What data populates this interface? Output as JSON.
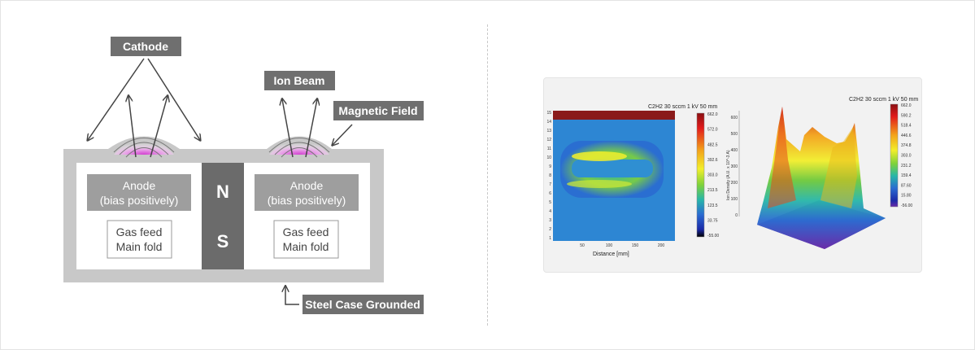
{
  "diagram": {
    "labels": {
      "cathode": "Cathode",
      "ion_beam": "Ion Beam",
      "magnetic_field": "Magnetic Field",
      "steel_case": "Steel Case Grounded"
    },
    "magnet": {
      "north": "N",
      "south": "S"
    },
    "anode_left": {
      "line1": "Anode",
      "line2": "(bias positively)"
    },
    "anode_right": {
      "line1": "Anode",
      "line2": "(bias positively)"
    },
    "gas_left": {
      "line1": "Gas feed",
      "line2": "Main fold"
    },
    "gas_right": {
      "line1": "Gas feed",
      "line2": "Main fold"
    },
    "colors": {
      "tag": "#6f6f6f",
      "case": "#c8c8c8",
      "plasma": "#d23fd0",
      "magnet": "#6b6b6b"
    }
  },
  "chart_data": [
    {
      "type": "heatmap",
      "title": "C2H2 30 sccm 1 kV 50 mm",
      "xlabel": "Distance [mm]",
      "ylabel": "",
      "x_ticks": [
        "50",
        "100",
        "150",
        "200"
      ],
      "y_ticks": [
        "1",
        "2",
        "3",
        "4",
        "5",
        "6",
        "7",
        "8",
        "9",
        "10",
        "11",
        "12",
        "13",
        "14",
        "15"
      ],
      "colorbar_ticks": [
        "662.0",
        "572.0",
        "482.5",
        "392.6",
        "303.0",
        "213.5",
        "123.5",
        "33.75",
        "-55.00"
      ],
      "colormap": [
        "#8a0f12",
        "#e21b1b",
        "#f3a21a",
        "#f2ee2b",
        "#7ed23a",
        "#27b6a9",
        "#2a6bd1",
        "#1b2aa8",
        "#000000"
      ]
    },
    {
      "type": "area",
      "title": "C2H2 30 sccm 1 kV 50 mm",
      "zlabel": "Ion Density (A.U. x 10^-3 A)",
      "z_ticks": [
        "600",
        "500",
        "400",
        "300",
        "200",
        "100",
        "0"
      ],
      "colorbar_ticks": [
        "662.0",
        "590.2",
        "518.4",
        "446.6",
        "374.8",
        "303.0",
        "231.2",
        "159.4",
        "87.60",
        "15.80",
        "-56.00"
      ],
      "colormap": [
        "#8a0f12",
        "#e21b1b",
        "#f3a21a",
        "#f2ee2b",
        "#7ed23a",
        "#27b6a9",
        "#2a6bd1",
        "#1b2aa8",
        "#6a2aa8"
      ]
    }
  ]
}
